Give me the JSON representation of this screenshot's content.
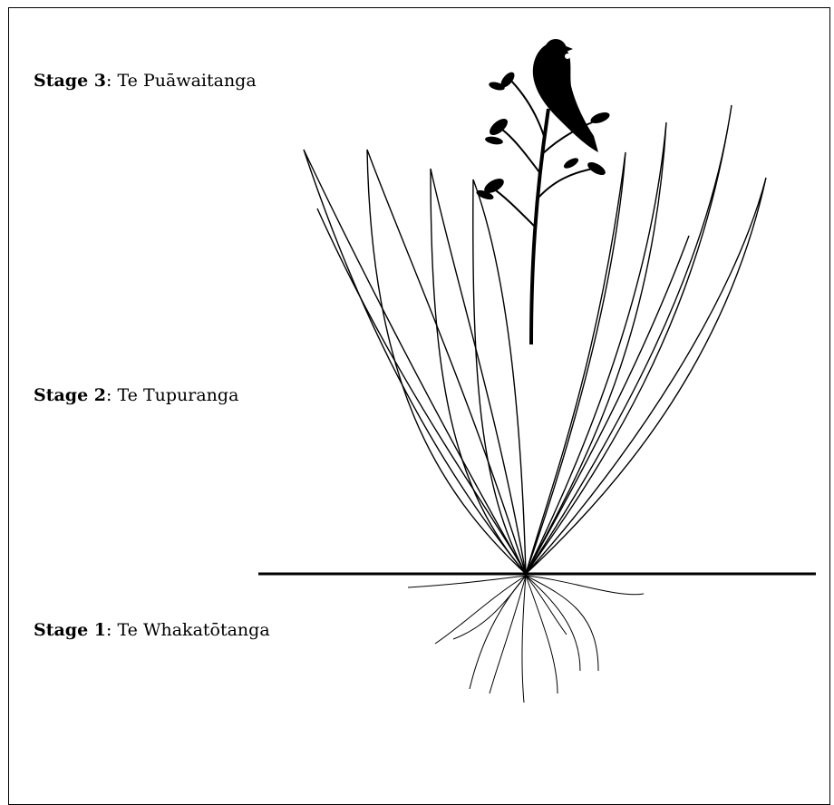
{
  "stages": [
    {
      "id": "stage3",
      "label": "Stage 3",
      "name": "Te Puāwaitanga"
    },
    {
      "id": "stage2",
      "label": "Stage 2",
      "name": "Te Tupuranga"
    },
    {
      "id": "stage1",
      "label": "Stage 1",
      "name": "Te Whakatōtanga"
    }
  ],
  "colors": {
    "line": "#000000",
    "background": "#ffffff"
  },
  "icons": {
    "plant": "flax-plant-icon",
    "bird": "tui-bird-icon",
    "roots": "roots-icon"
  }
}
